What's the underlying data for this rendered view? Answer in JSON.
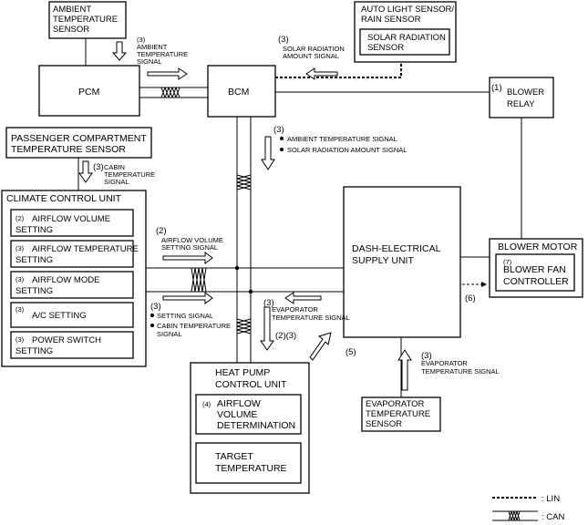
{
  "boxes": {
    "ambient_sensor": [
      "AMBIENT",
      "TEMPERATURE",
      "SENSOR"
    ],
    "pcm": "PCM",
    "bcm": "BCM",
    "auto_light": [
      "AUTO LIGHT SENSOR/",
      "RAIN SENSOR"
    ],
    "solar_sensor": [
      "SOLAR RADIATION",
      "SENSOR"
    ],
    "blower_relay": [
      "BLOWER",
      "RELAY"
    ],
    "passenger_sensor": [
      "PASSENGER COMPARTMENT",
      "TEMPERATURE SENSOR"
    ],
    "climate_unit": "CLIMATE CONTROL UNIT",
    "climate_items": [
      {
        "num": "(2)",
        "lines": [
          "AIRFLOW VOLUME",
          "SETTING"
        ]
      },
      {
        "num": "(3)",
        "lines": [
          "AIRFLOW TEMPERATURE",
          "SETTING"
        ]
      },
      {
        "num": "(3)",
        "lines": [
          "AIRFLOW MODE",
          "SETTING"
        ]
      },
      {
        "num": "(3)",
        "lines": [
          "A/C SETTING"
        ]
      },
      {
        "num": "(3)",
        "lines": [
          "POWER SWITCH",
          "SETTING"
        ]
      }
    ],
    "dash_unit": [
      "DASH-ELECTRICAL",
      "SUPPLY UNIT"
    ],
    "blower_motor": "BLOWER MOTOR",
    "blower_fan": [
      "BLOWER FAN",
      "CONTROLLER"
    ],
    "blower_fan_num": "(7)",
    "heat_pump": [
      "HEAT PUMP",
      "CONTROL UNIT"
    ],
    "airflow_det": [
      "AIRFLOW",
      "VOLUME",
      "DETERMINATION"
    ],
    "airflow_det_num": "(4)",
    "target_temp": [
      "TARGET",
      "TEMPERATURE"
    ],
    "evap_sensor": [
      "EVAPORATOR",
      "TEMPERATURE",
      "SENSOR"
    ]
  },
  "labels": {
    "ambient_signal": [
      "(3)",
      "AMBIENT",
      "TEMPERATURE",
      "SIGNAL"
    ],
    "solar_signal": [
      "(3)",
      "SOLAR RADIATION",
      "AMOUNT SIGNAL"
    ],
    "blower_relay_num": "(1)",
    "bcm_down_num": "(3)",
    "bcm_down_items": [
      "AMBIENT TEMPERATURE SIGNAL",
      "SOLAR RADIATION AMOUNT SIGNAL"
    ],
    "cabin_signal": [
      "(3)",
      "CABIN",
      "TEMPERATURE",
      "SIGNAL"
    ],
    "airflow_volume_signal": [
      "(2)",
      "AIRFLOW VOLUME",
      "SETTING SIGNAL"
    ],
    "setting_num": "(3)",
    "setting_items": [
      "SETTING SIGNAL",
      "CABIN TEMPERATURE",
      "SIGNAL"
    ],
    "evap_signal_mid": [
      "(3)",
      "EVAPORATOR",
      "TEMPERATURE SIGNAL"
    ],
    "hp_down": "(2)(3)",
    "num5": "(5)",
    "num6": "(6)",
    "evap_signal_right": [
      "(3)",
      "EVAPORATOR",
      "TEMPERATURE SIGNAL"
    ]
  },
  "legend": {
    "lin": ": LIN",
    "can": ": CAN"
  }
}
